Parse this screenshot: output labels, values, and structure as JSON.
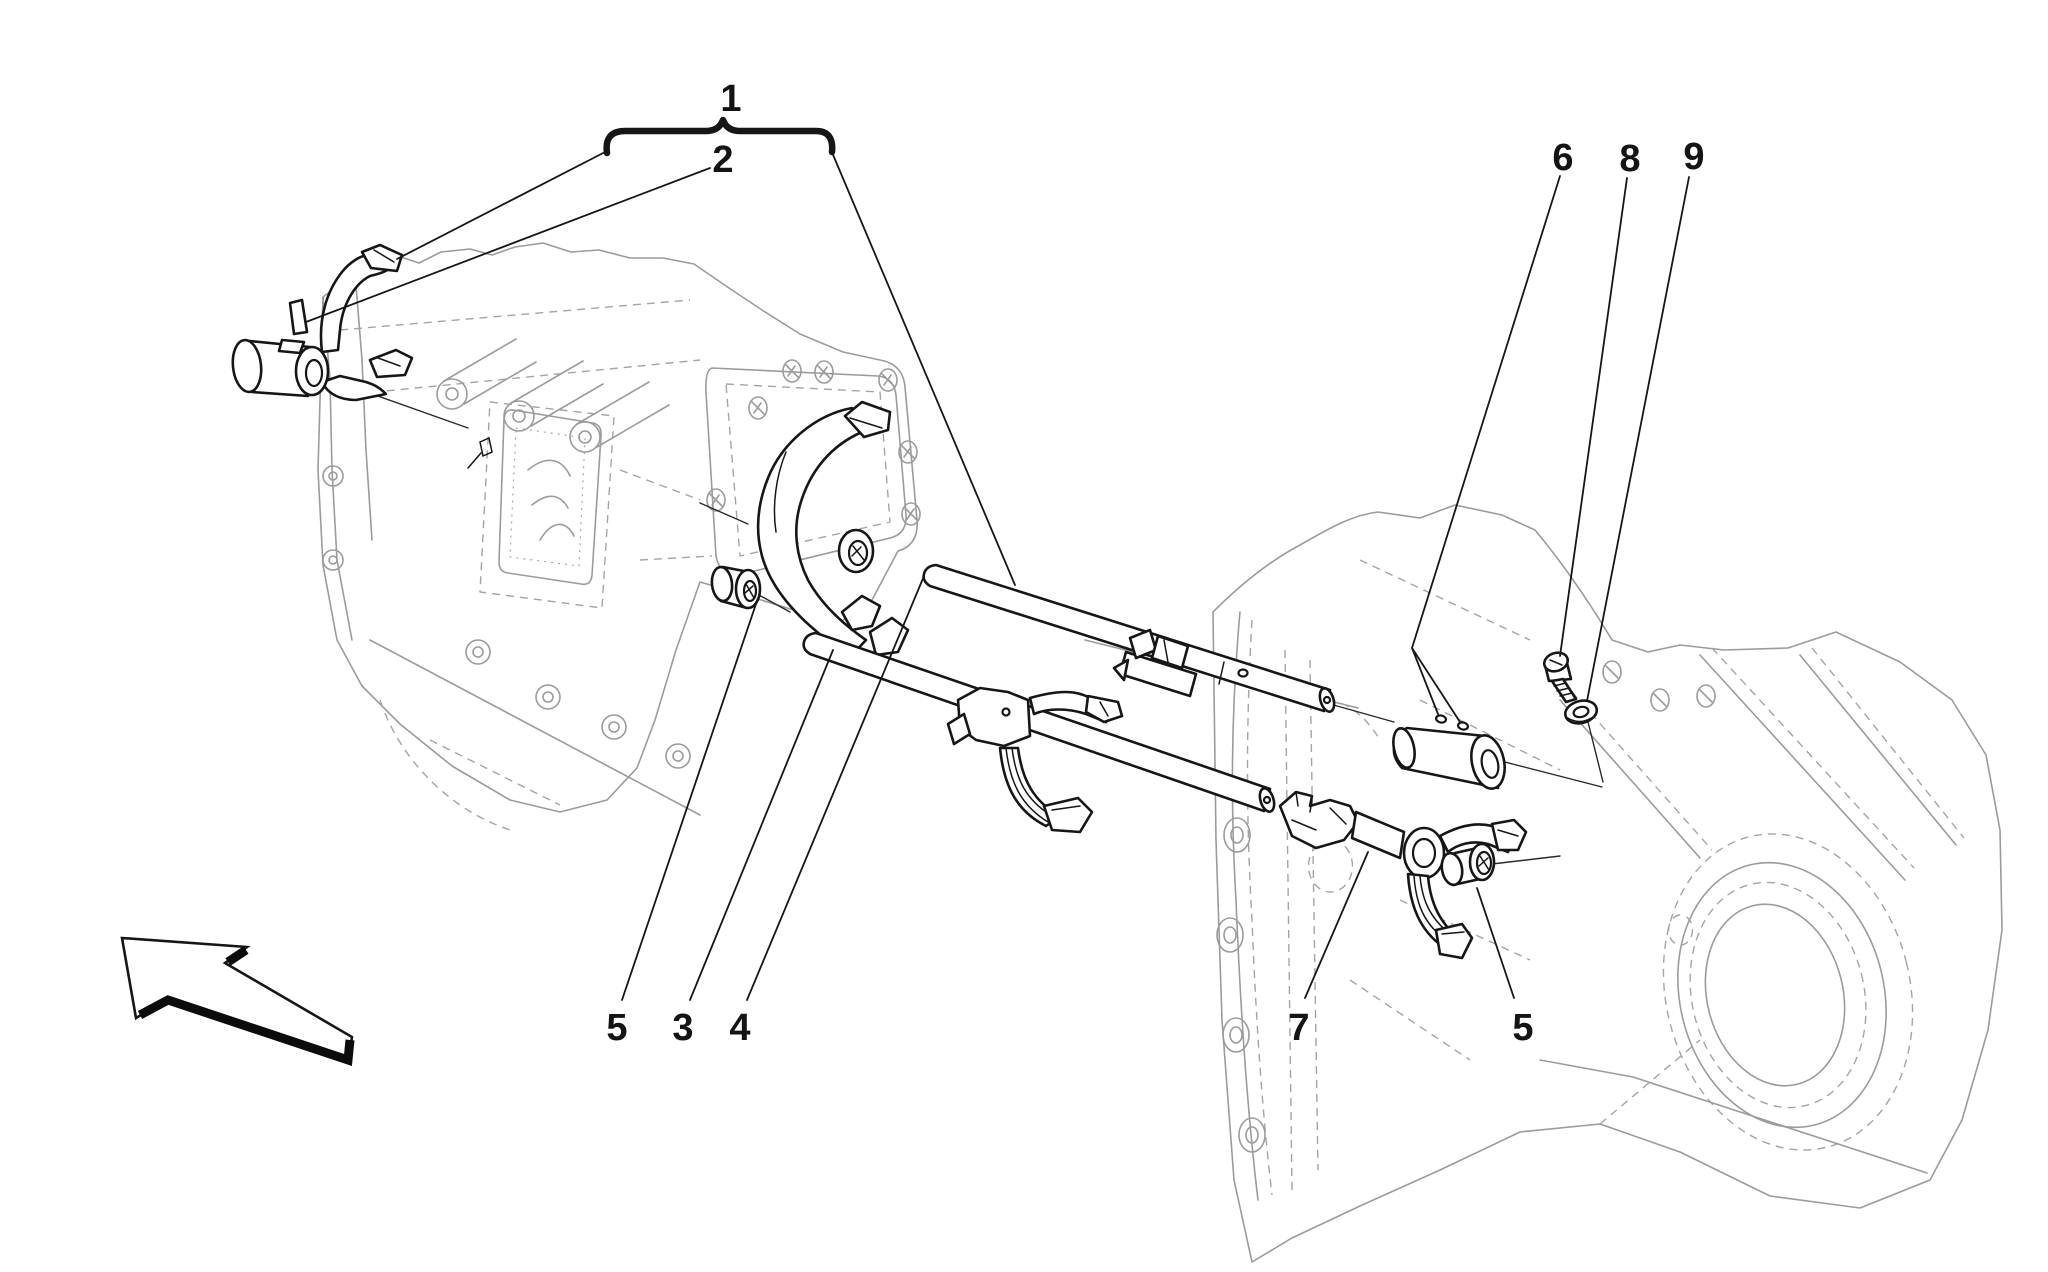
{
  "figure": {
    "background": "#ffffff",
    "part_line_color": "#161616",
    "housing_line_color": "#9b9b9b"
  },
  "callouts": [
    {
      "id": "1",
      "label": "1"
    },
    {
      "id": "2",
      "label": "2"
    },
    {
      "id": "6",
      "label": "6"
    },
    {
      "id": "8",
      "label": "8"
    },
    {
      "id": "9",
      "label": "9"
    },
    {
      "id": "5a",
      "label": "5"
    },
    {
      "id": "3",
      "label": "3"
    },
    {
      "id": "4",
      "label": "4"
    },
    {
      "id": "7",
      "label": "7"
    },
    {
      "id": "5b",
      "label": "5"
    }
  ]
}
